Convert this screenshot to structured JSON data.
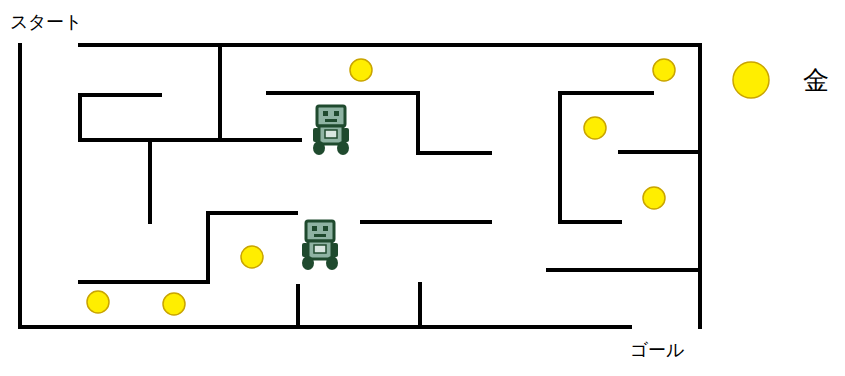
{
  "diagram": {
    "labels": [
      "スタート",
      "ゴール"
    ],
    "legend": [
      {
        "text": "金",
        "color": "#ffee00"
      }
    ]
  }
}
